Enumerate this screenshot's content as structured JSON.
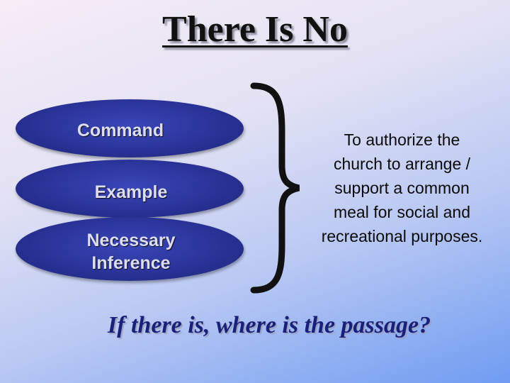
{
  "title": "There Is No",
  "ovals": [
    {
      "label": "Command"
    },
    {
      "label": "Example"
    },
    {
      "label": "Necessary Inference",
      "line1": "Necessary",
      "line2": "Inference"
    }
  ],
  "statement": {
    "line1": "To authorize the",
    "line2": "church to arrange /",
    "line3": "support a common",
    "line4": "meal for social and",
    "line5": "recreational purposes."
  },
  "question": "If there is, where is the passage?",
  "colors": {
    "oval_fill": "#2a3398",
    "oval_text": "#dcdcf4",
    "question_text": "#1a1f7a"
  }
}
